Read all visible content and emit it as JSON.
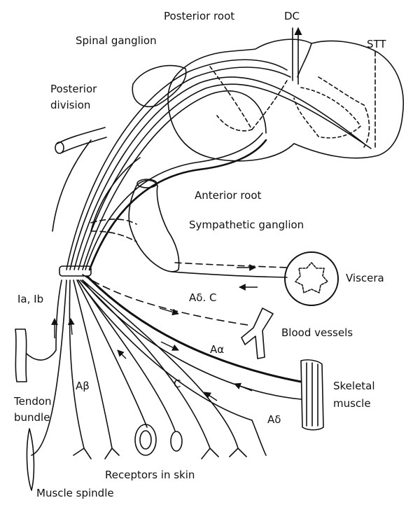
{
  "labels": {
    "posterior_root": "Posterior root",
    "dc": "DC",
    "spinal_ganglion": "Spinal ganglion",
    "stt": "STT",
    "posterior_division_line1": "Posterior",
    "posterior_division_line2": "division",
    "anterior_root": "Anterior root",
    "sympathetic_ganglion": "Sympathetic ganglion",
    "viscera": "Viscera",
    "a_delta_c": "Aδ. C",
    "ia_ib": "Ia, Ib",
    "blood_vessels": "Blood vessels",
    "a_alpha": "Aα",
    "skeletal_line1": "Skeletal",
    "skeletal_line2": "muscle",
    "a_beta": "Aβ",
    "c_fiber": "C",
    "a_delta": "Aδ",
    "tendon_line1": "Tendon",
    "tendon_line2": "bundle",
    "receptors_in_skin": "Receptors in skin",
    "muscle_spindle": "Muscle spindle"
  },
  "colors": {
    "ink": "#111111",
    "background": "#ffffff"
  }
}
